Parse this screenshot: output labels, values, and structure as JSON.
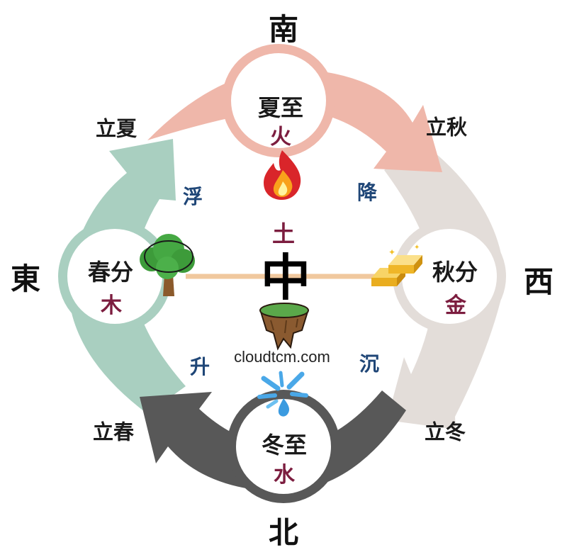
{
  "colors": {
    "summer_arc": "#efb7aa",
    "autumn_arc": "#e3ddd9",
    "winter_arc": "#585858",
    "spring_arc": "#a9cfc0",
    "element_text": "#7c1d3f",
    "movement_text": "#1f4677",
    "center_line": "#f0c89e"
  },
  "directions": {
    "south": "南",
    "east": "東",
    "west": "西",
    "north": "北"
  },
  "solar_terms": {
    "start_summer": "立夏",
    "start_autumn": "立秋",
    "start_spring": "立春",
    "start_winter": "立冬"
  },
  "seasons": {
    "summer": {
      "name": "夏至",
      "element": "火",
      "icon": "fire-icon"
    },
    "spring": {
      "name": "春分",
      "element": "木",
      "icon": "tree-icon"
    },
    "autumn": {
      "name": "秋分",
      "element": "金",
      "icon": "gold-bars-icon"
    },
    "winter": {
      "name": "冬至",
      "element": "水",
      "icon": "water-splash-icon"
    }
  },
  "movements": {
    "float": "浮",
    "descend": "降",
    "rise": "升",
    "sink": "沉"
  },
  "center": {
    "earth": "土",
    "label": "中",
    "icon": "floating-earth-icon"
  },
  "website": "cloudtcm.com"
}
